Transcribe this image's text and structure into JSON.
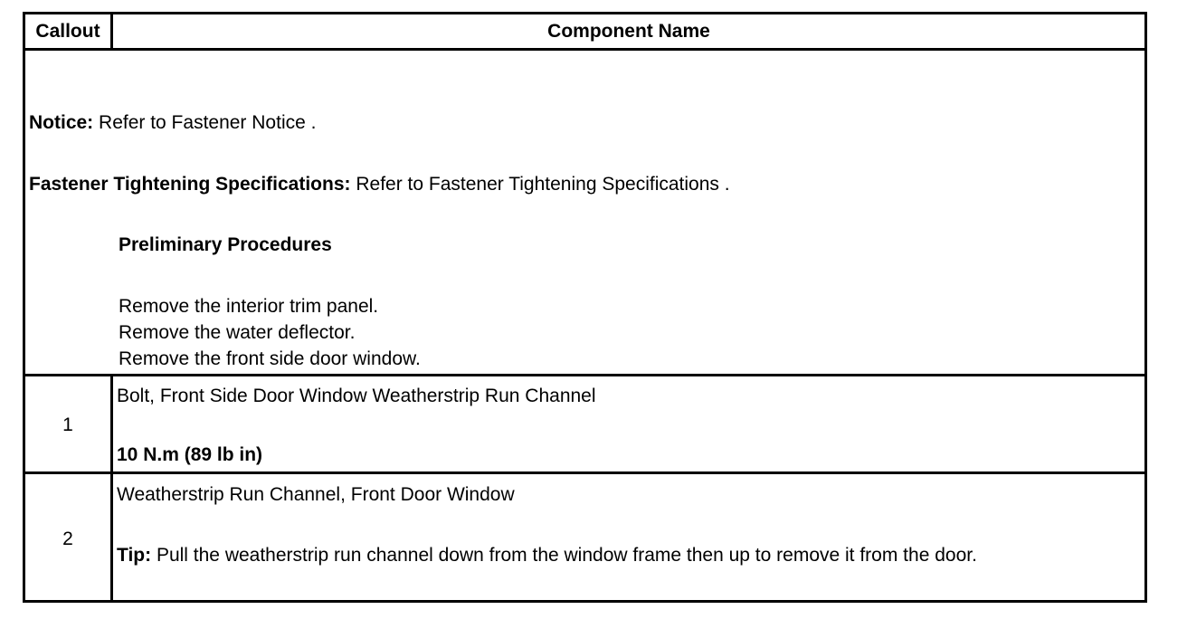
{
  "table": {
    "header": {
      "callout": "Callout",
      "component_name": "Component Name"
    },
    "intro": {
      "notice_label": "Notice:",
      "notice_text": " Refer to Fastener Notice .",
      "fastener_label": "Fastener Tightening Specifications:",
      "fastener_text": " Refer to Fastener Tightening Specifications .",
      "preliminary_title": "Preliminary Procedures",
      "steps": [
        "Remove the interior trim panel.",
        "Remove the water deflector.",
        "Remove the front side door window."
      ]
    },
    "rows": [
      {
        "callout": "1",
        "name": "Bolt, Front Side Door Window Weatherstrip Run Channel",
        "spec": "10 N.m (89 lb in)"
      },
      {
        "callout": "2",
        "name": "Weatherstrip Run Channel, Front Door Window",
        "tip_label": "Tip:",
        "tip_text": " Pull the weatherstrip run channel down from the window frame then up to remove it from the door."
      }
    ]
  }
}
